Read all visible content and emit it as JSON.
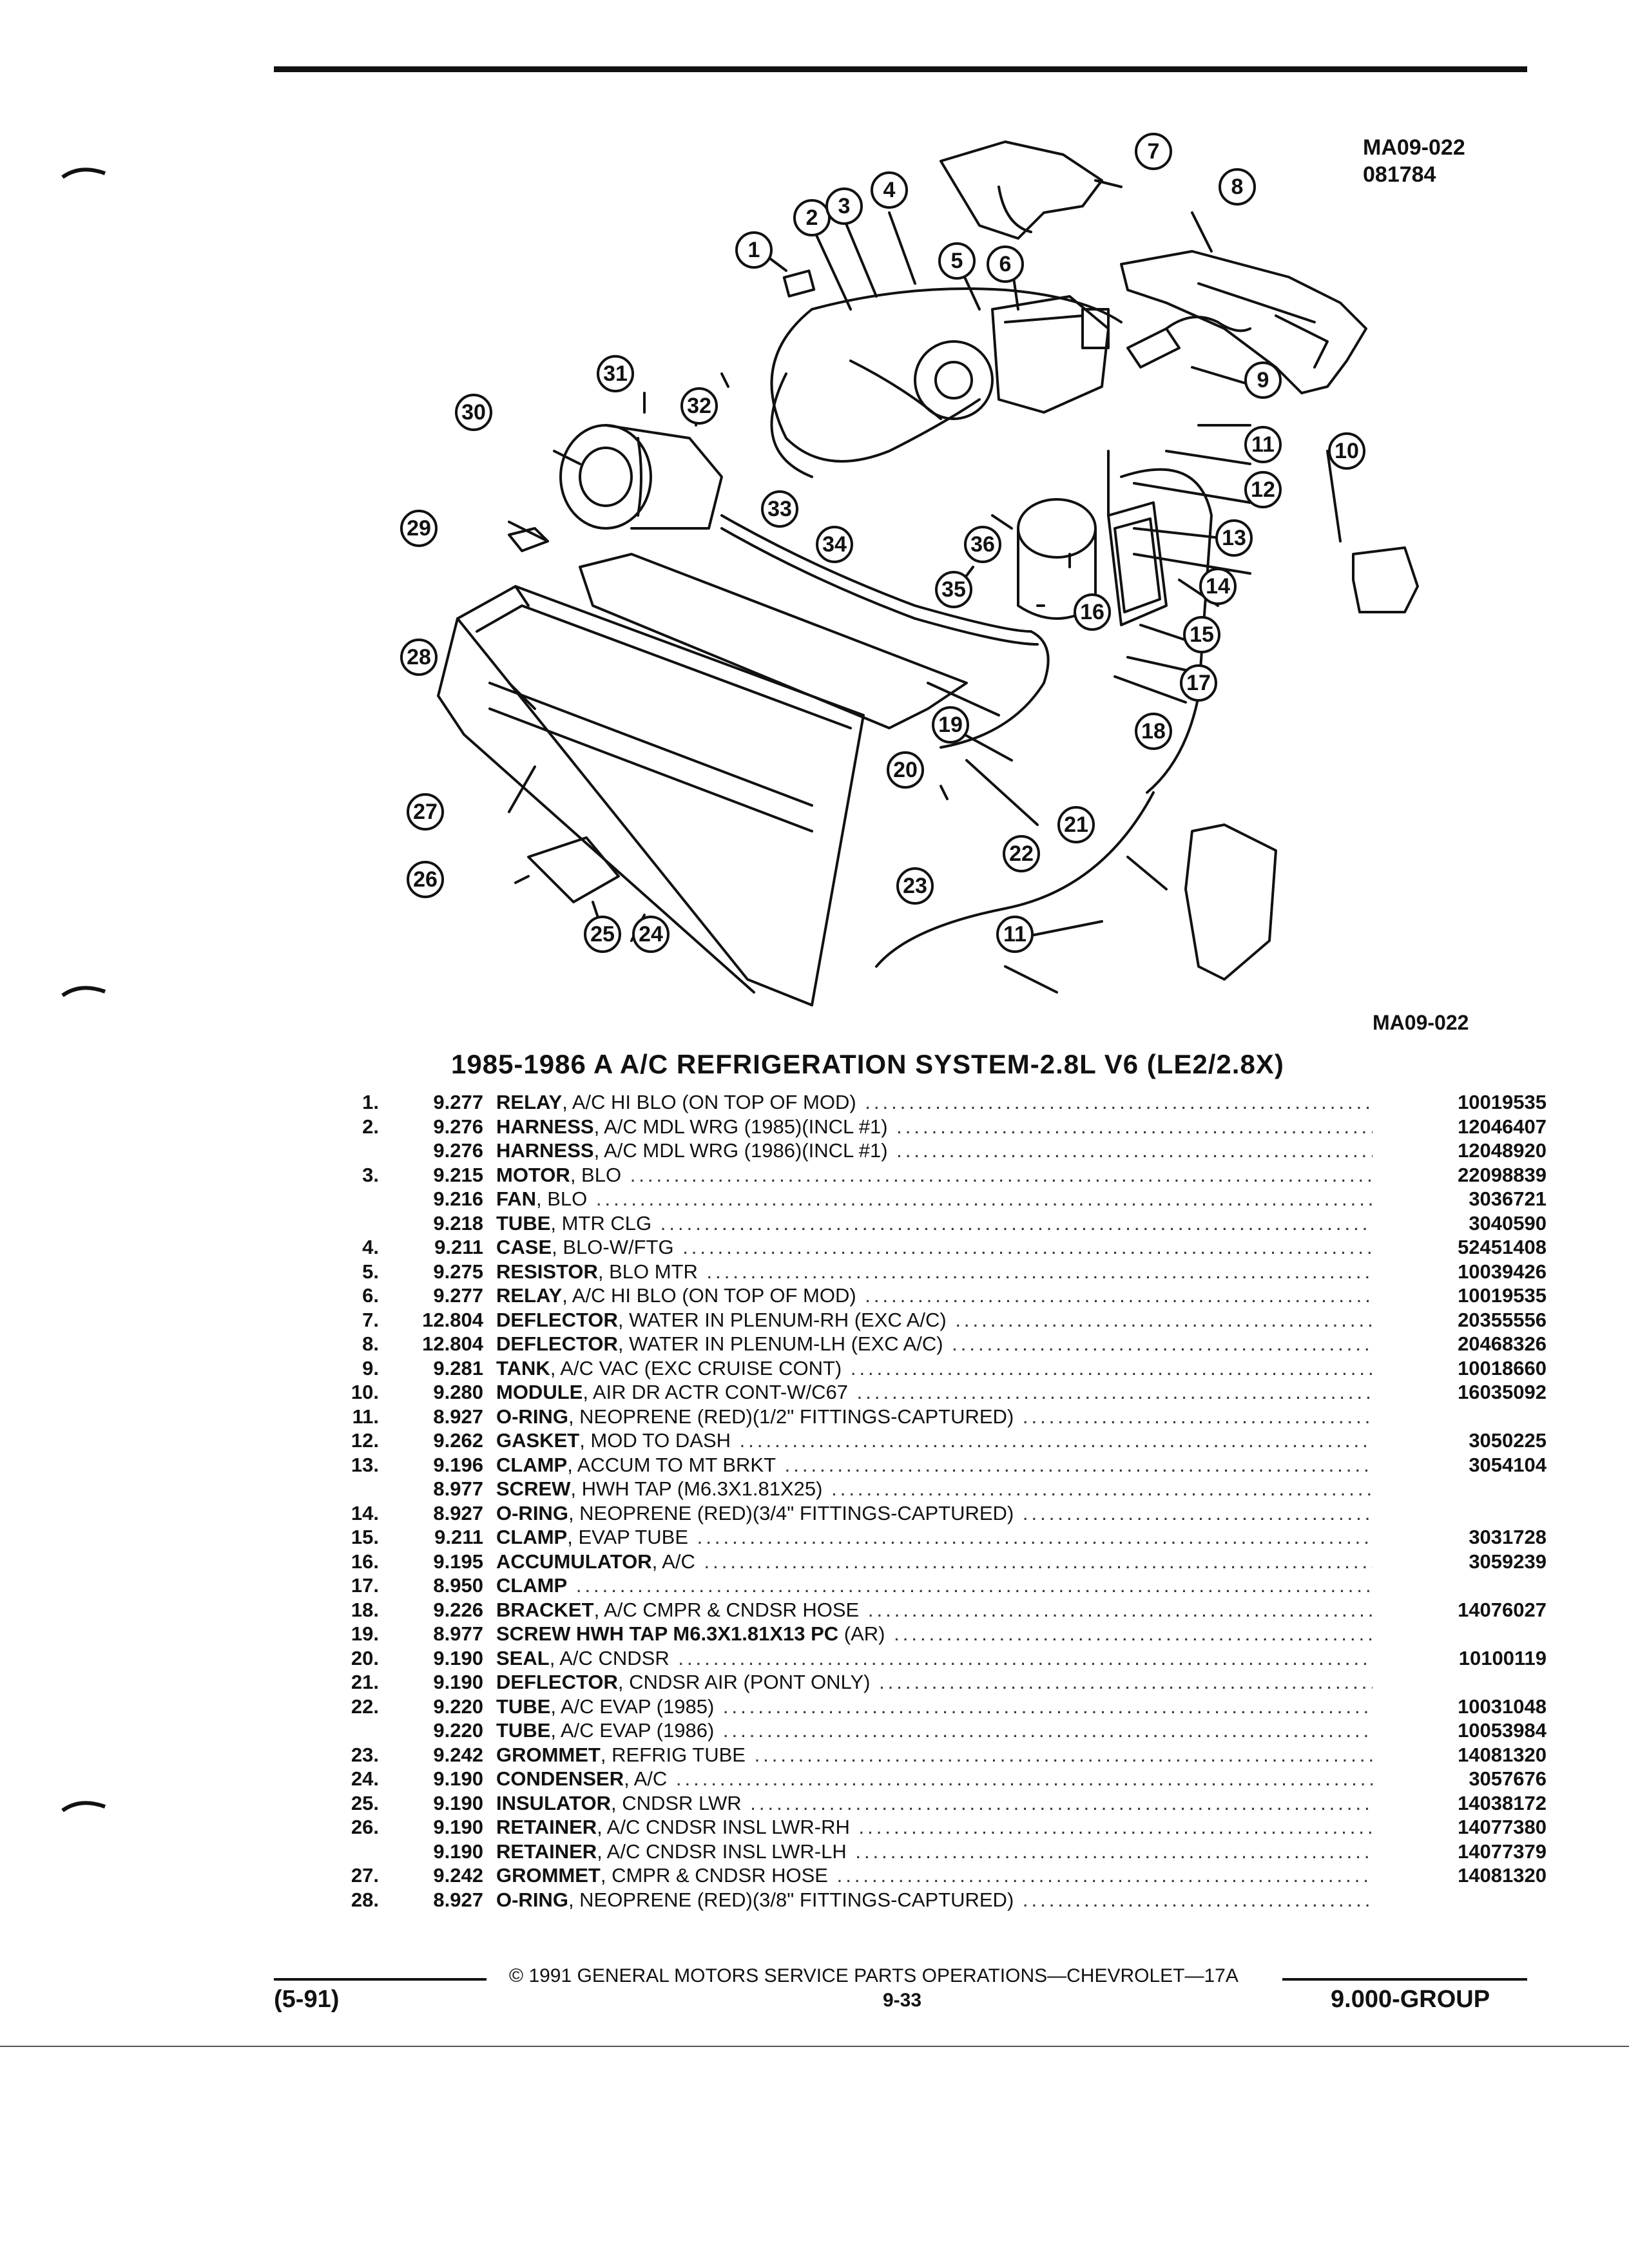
{
  "header": {
    "diagram_code": "MA09-022",
    "diagram_date": "081784"
  },
  "diagram": {
    "caption": "MA09-022",
    "callouts": [
      "1",
      "2",
      "3",
      "4",
      "5",
      "6",
      "7",
      "8",
      "9",
      "10",
      "11",
      "12",
      "13",
      "14",
      "15",
      "16",
      "17",
      "18",
      "19",
      "20",
      "21",
      "22",
      "23",
      "24",
      "25",
      "26",
      "27",
      "28",
      "29",
      "30",
      "31",
      "32",
      "33",
      "34",
      "35",
      "36",
      "11"
    ]
  },
  "title": "1985-1986 A A/C REFRIGERATION SYSTEM-2.8L V6 (LE2/2.8X)",
  "parts": [
    {
      "ref": "1.",
      "grp": "9.277",
      "name": "RELAY",
      "spec": ", A/C HI BLO (ON TOP OF MOD)",
      "pn": "10019535"
    },
    {
      "ref": "2.",
      "grp": "9.276",
      "name": "HARNESS",
      "spec": ", A/C MDL WRG (1985)(INCL #1)",
      "pn": "12046407"
    },
    {
      "ref": "",
      "grp": "9.276",
      "name": "HARNESS",
      "spec": ", A/C MDL WRG (1986)(INCL #1)",
      "pn": "12048920"
    },
    {
      "ref": "3.",
      "grp": "9.215",
      "name": "MOTOR",
      "spec": ", BLO",
      "pn": "22098839"
    },
    {
      "ref": "",
      "grp": "9.216",
      "name": "FAN",
      "spec": ", BLO",
      "pn": "3036721"
    },
    {
      "ref": "",
      "grp": "9.218",
      "name": "TUBE",
      "spec": ", MTR CLG",
      "pn": "3040590"
    },
    {
      "ref": "4.",
      "grp": "9.211",
      "name": "CASE",
      "spec": ", BLO-W/FTG",
      "pn": "52451408"
    },
    {
      "ref": "5.",
      "grp": "9.275",
      "name": "RESISTOR",
      "spec": ", BLO MTR",
      "pn": "10039426"
    },
    {
      "ref": "6.",
      "grp": "9.277",
      "name": "RELAY",
      "spec": ", A/C HI BLO (ON TOP OF MOD)",
      "pn": "10019535"
    },
    {
      "ref": "7.",
      "grp": "12.804",
      "name": "DEFLECTOR",
      "spec": ", WATER IN PLENUM-RH (EXC A/C)",
      "pn": "20355556"
    },
    {
      "ref": "8.",
      "grp": "12.804",
      "name": "DEFLECTOR",
      "spec": ", WATER IN PLENUM-LH (EXC A/C)",
      "pn": "20468326"
    },
    {
      "ref": "9.",
      "grp": "9.281",
      "name": "TANK",
      "spec": ", A/C VAC (EXC CRUISE CONT)",
      "pn": "10018660"
    },
    {
      "ref": "10.",
      "grp": "9.280",
      "name": "MODULE",
      "spec": ", AIR DR ACTR CONT-W/C67",
      "pn": "16035092"
    },
    {
      "ref": "11.",
      "grp": "8.927",
      "name": "O-RING",
      "spec": ", NEOPRENE (RED)(1/2\" FITTINGS-CAPTURED)",
      "pn": ""
    },
    {
      "ref": "12.",
      "grp": "9.262",
      "name": "GASKET",
      "spec": ", MOD TO DASH",
      "pn": "3050225"
    },
    {
      "ref": "13.",
      "grp": "9.196",
      "name": "CLAMP",
      "spec": ", ACCUM TO MT BRKT",
      "pn": "3054104"
    },
    {
      "ref": "",
      "grp": "8.977",
      "name": "SCREW",
      "spec": ", HWH TAP (M6.3X1.81X25)",
      "pn": ""
    },
    {
      "ref": "14.",
      "grp": "8.927",
      "name": "O-RING",
      "spec": ", NEOPRENE (RED)(3/4\" FITTINGS-CAPTURED)",
      "pn": ""
    },
    {
      "ref": "15.",
      "grp": "9.211",
      "name": "CLAMP",
      "spec": ", EVAP TUBE",
      "pn": "3031728"
    },
    {
      "ref": "16.",
      "grp": "9.195",
      "name": "ACCUMULATOR",
      "spec": ", A/C",
      "pn": "3059239"
    },
    {
      "ref": "17.",
      "grp": "8.950",
      "name": "CLAMP",
      "spec": "",
      "pn": ""
    },
    {
      "ref": "18.",
      "grp": "9.226",
      "name": "BRACKET",
      "spec": ", A/C CMPR & CNDSR HOSE",
      "pn": "14076027"
    },
    {
      "ref": "19.",
      "grp": "8.977",
      "name": "SCREW HWH TAP M6.3X1.81X13 PC",
      "spec": " (AR)",
      "pn": ""
    },
    {
      "ref": "20.",
      "grp": "9.190",
      "name": "SEAL",
      "spec": ", A/C CNDSR",
      "pn": "10100119"
    },
    {
      "ref": "21.",
      "grp": "9.190",
      "name": "DEFLECTOR",
      "spec": ", CNDSR AIR (PONT ONLY)",
      "pn": ""
    },
    {
      "ref": "22.",
      "grp": "9.220",
      "name": "TUBE",
      "spec": ", A/C EVAP (1985)",
      "pn": "10031048"
    },
    {
      "ref": "",
      "grp": "9.220",
      "name": "TUBE",
      "spec": ", A/C EVAP (1986)",
      "pn": "10053984"
    },
    {
      "ref": "23.",
      "grp": "9.242",
      "name": "GROMMET",
      "spec": ", REFRIG TUBE",
      "pn": "14081320"
    },
    {
      "ref": "24.",
      "grp": "9.190",
      "name": "CONDENSER",
      "spec": ", A/C",
      "pn": "3057676"
    },
    {
      "ref": "25.",
      "grp": "9.190",
      "name": "INSULATOR",
      "spec": ", CNDSR LWR",
      "pn": "14038172"
    },
    {
      "ref": "26.",
      "grp": "9.190",
      "name": "RETAINER",
      "spec": ", A/C CNDSR INSL LWR-RH",
      "pn": "14077380"
    },
    {
      "ref": "",
      "grp": "9.190",
      "name": "RETAINER",
      "spec": ", A/C CNDSR INSL LWR-LH",
      "pn": "14077379"
    },
    {
      "ref": "27.",
      "grp": "9.242",
      "name": "GROMMET",
      "spec": ", CMPR & CNDSR HOSE",
      "pn": "14081320"
    },
    {
      "ref": "28.",
      "grp": "8.927",
      "name": "O-RING",
      "spec": ", NEOPRENE (RED)(3/8\" FITTINGS-CAPTURED)",
      "pn": ""
    }
  ],
  "footer": {
    "copyright": "© 1991 GENERAL MOTORS SERVICE PARTS OPERATIONS—CHEVROLET—17A",
    "revision": "(5-91)",
    "page": "9-33",
    "group": "9.000-GROUP"
  }
}
